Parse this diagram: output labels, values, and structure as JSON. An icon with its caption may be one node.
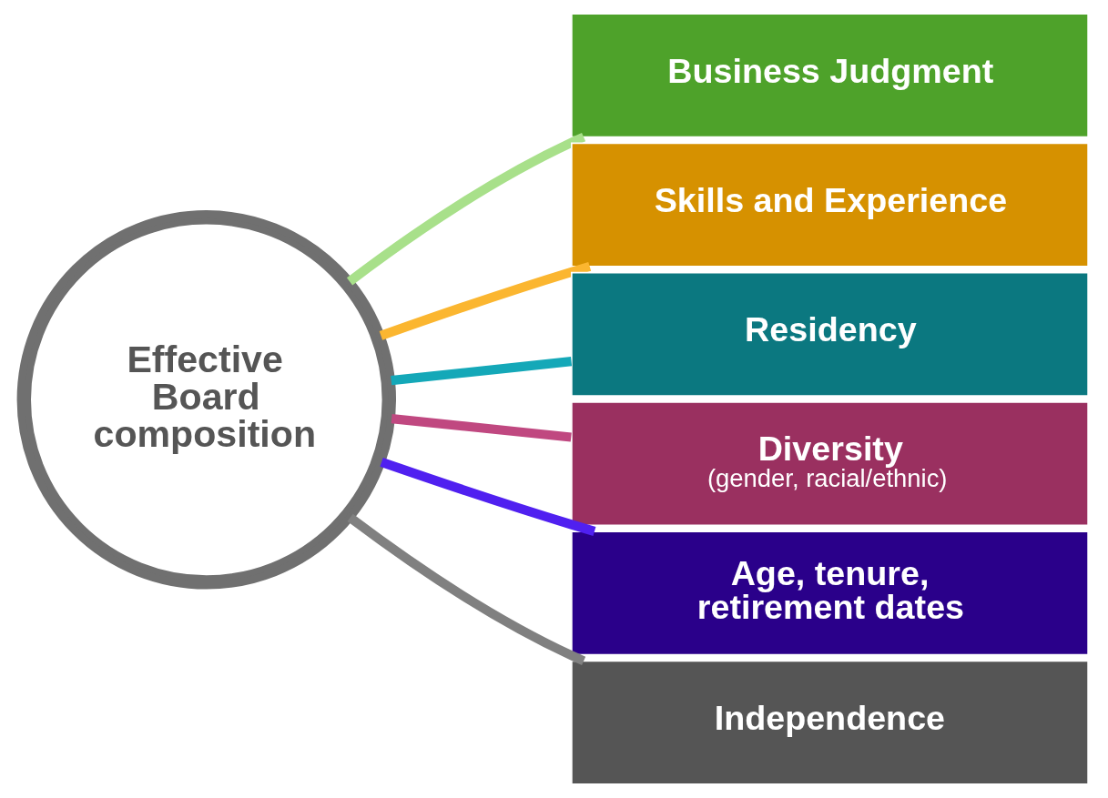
{
  "diagram": {
    "nodes": [
      {
        "text": [
          "Effective Board composition"
        ]
      },
      {
        "text": [
          "Business Judgment"
        ]
      },
      {
        "text": [
          "Skills and Experience"
        ]
      },
      {
        "text": [
          "Residency"
        ]
      },
      {
        "text": [
          "Diversity",
          "(gender, racial/ethnic)"
        ]
      },
      {
        "text": [
          "Age, tenure, retirement dates"
        ]
      },
      {
        "text": [
          "Independence"
        ]
      }
    ],
    "edges": [
      {
        "from": 0,
        "to": 1,
        "arrow": "none",
        "color": "#a8e08a"
      },
      {
        "from": 0,
        "to": 2,
        "arrow": "none",
        "color": "#fbb630"
      },
      {
        "from": 0,
        "to": 3,
        "arrow": "none",
        "color": "#14a8b8"
      },
      {
        "from": 0,
        "to": 4,
        "arrow": "none",
        "color": "#c04880"
      },
      {
        "from": 0,
        "to": 5,
        "arrow": "none",
        "color": "#5020f0"
      },
      {
        "from": 0,
        "to": 6,
        "arrow": "none",
        "color": "#808080"
      }
    ]
  }
}
